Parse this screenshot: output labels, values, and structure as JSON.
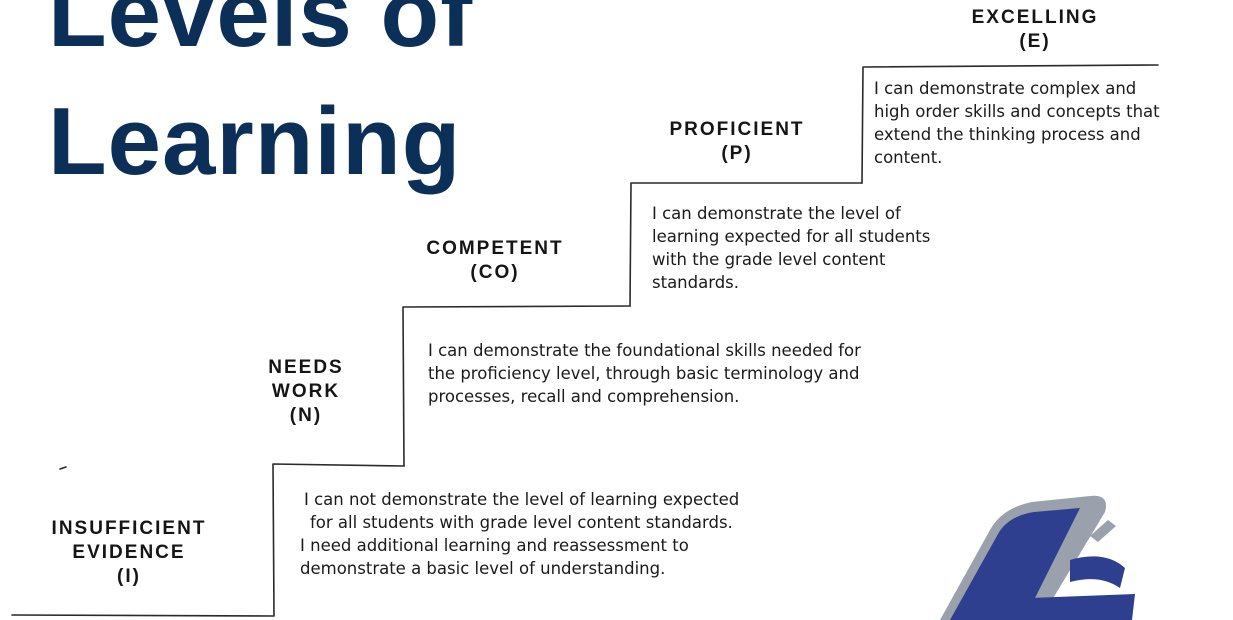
{
  "title": {
    "line1": "Levels of",
    "line2": "Learning"
  },
  "levels": [
    {
      "name_lines": [
        "Insufficient",
        "Evidence"
      ],
      "code": "(I)",
      "description_lines": [
        "I can not demonstrate the level of learning expected",
        "for all students with grade level content standards.",
        "I need additional learning and reassessment to",
        "demonstrate a basic level of understanding."
      ]
    },
    {
      "name_lines": [
        "Needs",
        "Work"
      ],
      "code": "(N)",
      "description_lines": [
        "I can demonstrate the foundational skills needed for",
        "the proficiency level, through basic terminology and",
        "processes, recall and comprehension."
      ]
    },
    {
      "name_lines": [
        "Competent"
      ],
      "code": "(CO)",
      "description_lines": [
        "I can demonstrate the level of",
        "learning expected for all students",
        "with the grade level content",
        "standards."
      ]
    },
    {
      "name_lines": [
        "Proficient"
      ],
      "code": "(P)",
      "description_lines": []
    },
    {
      "name_lines": [
        "Excelling"
      ],
      "code": "(E)",
      "description_lines": [
        "I can demonstrate complex and",
        "high order skills and concepts that",
        "extend the thinking process and",
        "content."
      ]
    }
  ],
  "colors": {
    "title": "#0b2f57",
    "logo_blue": "#2f3f8f",
    "logo_gray": "#9aa0ac"
  },
  "logo": {
    "icon": "school-logo"
  }
}
